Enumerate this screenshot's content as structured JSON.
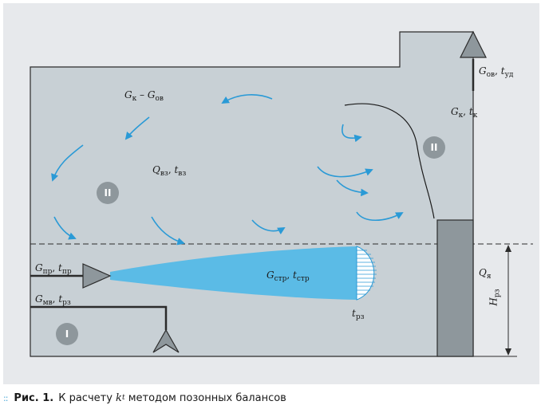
{
  "labels": {
    "g_k_minus_g_ov": {
      "a": "G",
      "sa": "к",
      "mid": " – ",
      "b": "G",
      "sb": "ов"
    },
    "q_vz_t_vz": {
      "a": "Q",
      "sa": "вз",
      "mid": ", ",
      "b": "t",
      "sb": "вз"
    },
    "g_ov_t_ud": {
      "a": "G",
      "sa": "ов",
      "mid": ", ",
      "b": "t",
      "sb": "уд"
    },
    "g_k_t_k": {
      "a": "G",
      "sa": "к",
      "mid": ", ",
      "b": "t",
      "sb": "к"
    },
    "g_pr_t_pr": {
      "a": "G",
      "sa": "пр",
      "mid": ", ",
      "b": "t",
      "sb": "пр"
    },
    "g_mv_t_rz": {
      "a": "G",
      "sa": "мв",
      "mid": ", ",
      "b": "t",
      "sb": "рз"
    },
    "g_str_t_str": {
      "a": "G",
      "sa": "стр",
      "mid": ", ",
      "b": "t",
      "sb": "стр"
    },
    "t_rz": {
      "a": "t",
      "sa": "рз"
    },
    "q_ya": {
      "a": "Q",
      "sa": "я"
    },
    "h_rz": {
      "a": "H",
      "sa": "рз"
    }
  },
  "zones": {
    "zone_1": "I",
    "zone_2_left": "II",
    "zone_2_right": "II"
  },
  "caption": {
    "dots": "::",
    "figure": "Рис. 1.",
    "text_before": "К расчету",
    "k": "k",
    "k_sub": "t",
    "text_after": "методом позонных балансов"
  },
  "colors": {
    "background": "#e7e9ec",
    "room": "#c8d0d5",
    "jet": "#5bbbe6",
    "arrows": "#2a9ad6",
    "zone_badge": "#8e979c",
    "column": "#8e979c",
    "accent": "#4aa8d8"
  }
}
